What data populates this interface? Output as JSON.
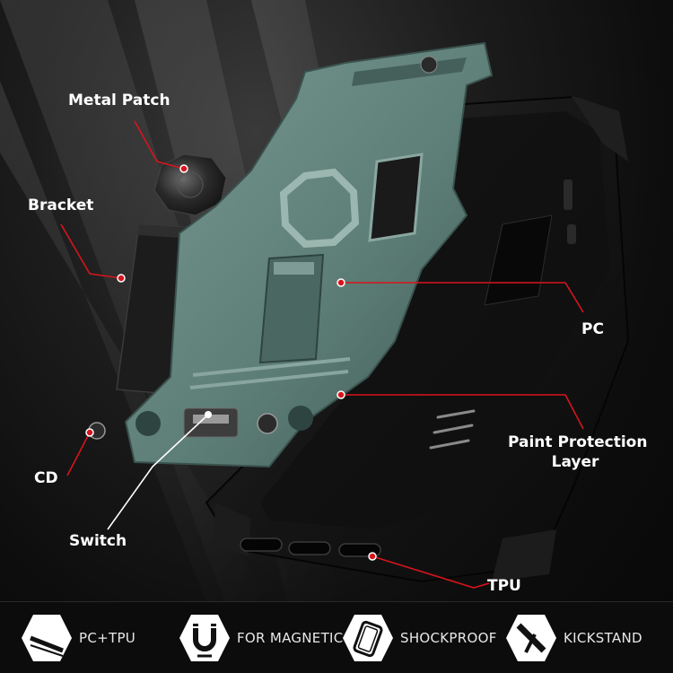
{
  "labels": {
    "metal_patch": "Metal Patch",
    "bracket": "Bracket",
    "cd": "CD",
    "switch": "Switch",
    "pc": "PC",
    "paint_protection_line1": "Paint Protection",
    "paint_protection_line2": "Layer",
    "tpu": "TPU"
  },
  "features": [
    {
      "label": "PC+TPU",
      "icon": "material-layers-icon"
    },
    {
      "label": "FOR MAGNETIC",
      "icon": "magnet-icon"
    },
    {
      "label": "SHOCKPROOF",
      "icon": "shockproof-phone-icon"
    },
    {
      "label": "KICKSTAND",
      "icon": "kickstand-icon"
    }
  ],
  "colors": {
    "accent_red": "#d8141c",
    "shell_green": "#5e7f78",
    "tpu_black": "#141414"
  }
}
